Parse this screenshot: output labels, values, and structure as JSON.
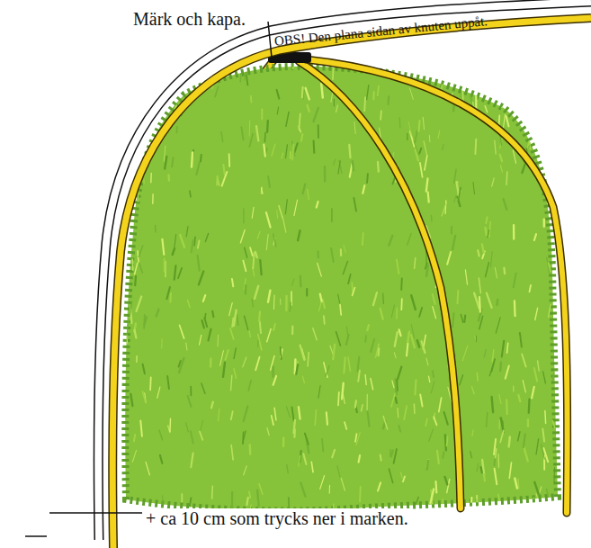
{
  "diagram": {
    "labels": [
      "Märk och kapa.",
      "OBS! Den plana sidan av knuten uppåt.",
      "+ ca 10 cm som trycks ner i marken."
    ]
  }
}
